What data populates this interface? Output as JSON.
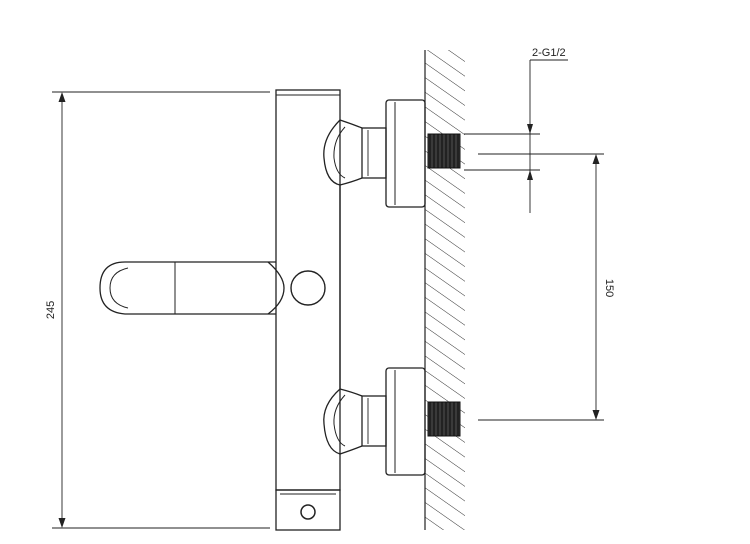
{
  "dimensions": {
    "height_label": "245",
    "spacing_label": "150",
    "thread_label": "2-G1/2"
  },
  "colors": {
    "line": "#222222",
    "thread_fill": "#3a3a3a",
    "background": "#ffffff"
  }
}
